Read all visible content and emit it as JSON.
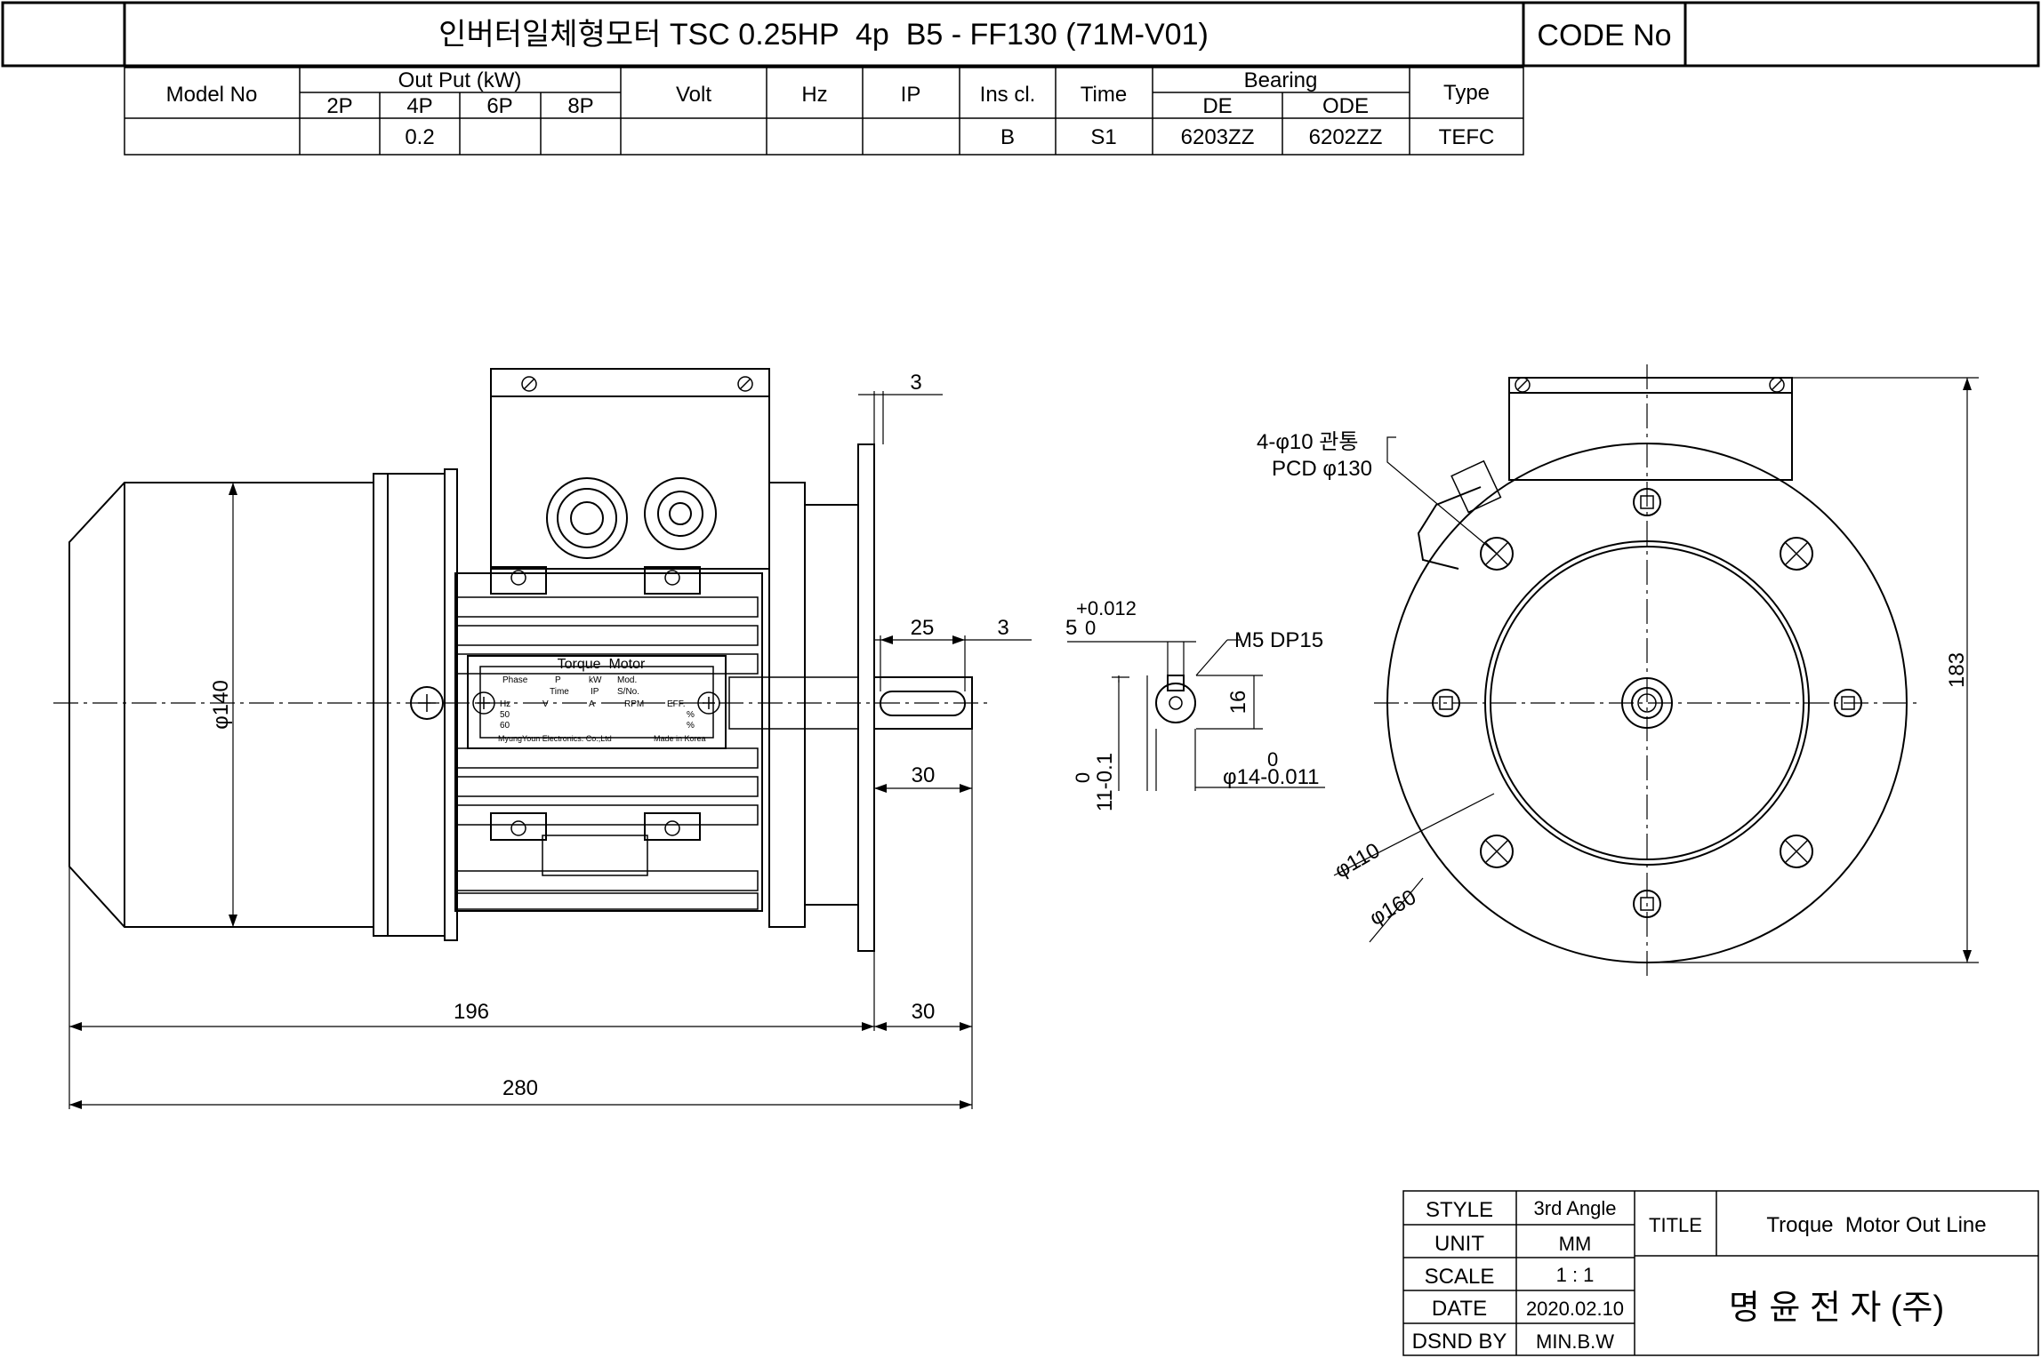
{
  "header": {
    "title": "인버터일체형모터 TSC 0.25HP  4p  B5 - FF130 (71M-V01)",
    "code_label": "CODE No",
    "code_value": ""
  },
  "spec_table": {
    "model_no_label": "Model No",
    "output_label": "Out Put (kW)",
    "poles": [
      "2P",
      "4P",
      "6P",
      "8P"
    ],
    "volt_label": "Volt",
    "hz_label": "Hz",
    "ip_label": "IP",
    "ins_label": "Ins cl.",
    "time_label": "Time",
    "bearing_label": "Bearing",
    "de_label": "DE",
    "ode_label": "ODE",
    "type_label": "Type",
    "values": {
      "model_no": "",
      "p2": "",
      "p4": "0.2",
      "p6": "",
      "p8": "",
      "volt": "",
      "hz": "",
      "ip": "",
      "ins": "B",
      "time": "S1",
      "de": "6203ZZ",
      "ode": "6202ZZ",
      "type": "TEFC"
    }
  },
  "nameplate": {
    "title": "Torque  Motor",
    "row1": [
      "Phase",
      "P",
      "kW",
      "Mod."
    ],
    "row2": [
      "Time",
      "IP",
      "S/No."
    ],
    "row3": [
      "Hz",
      "V",
      "A",
      "RPM",
      "EFF."
    ],
    "row4": [
      "50",
      "%"
    ],
    "row5": [
      "60",
      "%"
    ],
    "maker": "MyungYoun Electronics. Co.,Ltd",
    "origin": "Made in Korea"
  },
  "dimensions": {
    "body_dia": "φ140",
    "length_body": "196",
    "length_shaft": "30",
    "length_total": "280",
    "flange_thk": "3",
    "shaft_key_len": "25",
    "shaft_key_off": "3",
    "shaft_len": "30",
    "key_width": "5",
    "key_width_tol_upper": "+0.012",
    "key_width_tol_lower": "0",
    "tap": "M5 DP15",
    "key_height": "16",
    "shaft_dia": "φ14-0.011",
    "shaft_dia_tol_upper": "0",
    "key_depth": "11-0.1",
    "key_depth_tol_upper": "0",
    "holes": "4-φ10 관통",
    "pcd": "PCD φ130",
    "spigot_dia": "φ110",
    "flange_dia": "φ160",
    "height": "183"
  },
  "title_block": {
    "style_label": "STYLE",
    "style_value": "3rd Angle",
    "unit_label": "UNIT",
    "unit_value": "MM",
    "scale_label": "SCALE",
    "scale_value": "1 : 1",
    "date_label": "DATE",
    "date_value": "2020.02.10",
    "dsnd_label": "DSND BY",
    "dsnd_value": "MIN.B.W",
    "title_label": "TITLE",
    "title_value": "Troque  Motor Out Line",
    "company": "명 윤 전 자 (주)"
  }
}
